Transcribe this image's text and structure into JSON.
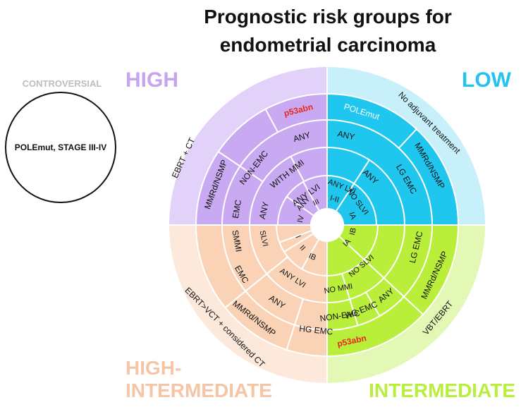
{
  "title": "Prognostic risk groups for\nendometrial carcinoma",
  "controversial": {
    "label": "CONTROVERSIAL",
    "text": "POLEmut, STAGE III-IV"
  },
  "groups": {
    "high": {
      "label": "HIGH",
      "treatment": "EBRT + CT",
      "color": "#c9aaf2",
      "light": "#e2d2fa"
    },
    "low": {
      "label": "LOW",
      "treatment": "No adjuvant treatment",
      "color": "#1fc6ee",
      "light": "#c7f0fb"
    },
    "intermediate": {
      "label": "INTERMEDIATE",
      "treatment": "VBT/EBRT",
      "color": "#b9ee3a",
      "light": "#e3f8b4"
    },
    "high_intermediate": {
      "label": "HIGH-\nINTERMEDIATE",
      "treatment": "EBRT>VCT + considered CT",
      "color": "#fad3b7",
      "light": "#fde9dc"
    }
  },
  "labels": {
    "high_p53abn": "p53abn",
    "high_mmrd_nsmp": "MMRd/NSMP",
    "high_nonemc": "NON-EMC",
    "high_emc": "EMC",
    "high_any_1": "ANY",
    "high_with_mmi": "WITH MMI",
    "high_any_2": "ANY",
    "high_any_lvi": "ANY LVI",
    "high_iv": "IV",
    "high_any_3": "ANY",
    "high_iii": "III",
    "low_polemut": "POLEmut",
    "low_any_1": "ANY",
    "low_mmrd_nsmp": "MMRd/NSMP",
    "low_lg_emc": "LG EMC",
    "low_any_2": "ANY",
    "low_any_lvi": "ANY LVI",
    "low_no_slvi": "NO SLVI",
    "low_i_ii": "I-II",
    "low_ia": "IA",
    "int_mmrd_nsmp": "MMRd/NSMP",
    "int_lg_emc": "LG EMC",
    "int_any": "ANY",
    "int_hg_emc": "HG EMC",
    "int_non_emc": "NON-EMC",
    "int_no_mmi": "NO MMI",
    "int_p53abn": "p53abn",
    "int_no_slvi": "NO SLVI",
    "int_ib": "IB",
    "int_ia": "IA",
    "hi_mmrd_nsmp": "MMRd/NSMP",
    "hi_emc": "EMC",
    "hi_any_1": "ANY",
    "hi_smmi": "SMMI",
    "hi_hg_emc": "HG EMC",
    "hi_any_lvi": "ANY LVI",
    "hi_slvi": "SLVI",
    "hi_ib": "IB",
    "hi_ii": "II",
    "hi_i": "I"
  }
}
